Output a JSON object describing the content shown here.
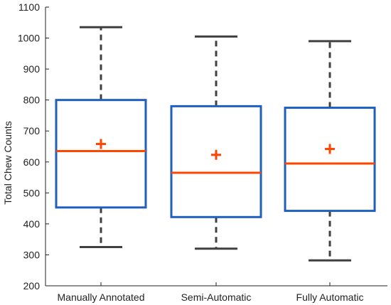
{
  "chart_data": {
    "type": "box",
    "title": "",
    "xlabel": "",
    "ylabel": "Total Chew Counts",
    "ylim": [
      200,
      1100
    ],
    "yticks": [
      200,
      300,
      400,
      500,
      600,
      700,
      800,
      900,
      1000,
      1100
    ],
    "grid": false,
    "categories": [
      "Manually Annotated",
      "Semi-Automatic",
      "Fully Automatic"
    ],
    "boxes": [
      {
        "category": "Manually Annotated",
        "whisker_low": 325,
        "q1": 453,
        "median": 635,
        "q3": 800,
        "whisker_high": 1035,
        "mean": 658
      },
      {
        "category": "Semi-Automatic",
        "whisker_low": 320,
        "q1": 422,
        "median": 565,
        "q3": 780,
        "whisker_high": 1005,
        "mean": 623
      },
      {
        "category": "Fully Automatic",
        "whisker_low": 282,
        "q1": 442,
        "median": 595,
        "q3": 775,
        "whisker_high": 990,
        "mean": 642
      }
    ],
    "colors": {
      "box": "#1f5fbf",
      "median": "#ff4500",
      "mean": "#ff4500",
      "whisker": "#404040",
      "axis": "#222222"
    }
  }
}
